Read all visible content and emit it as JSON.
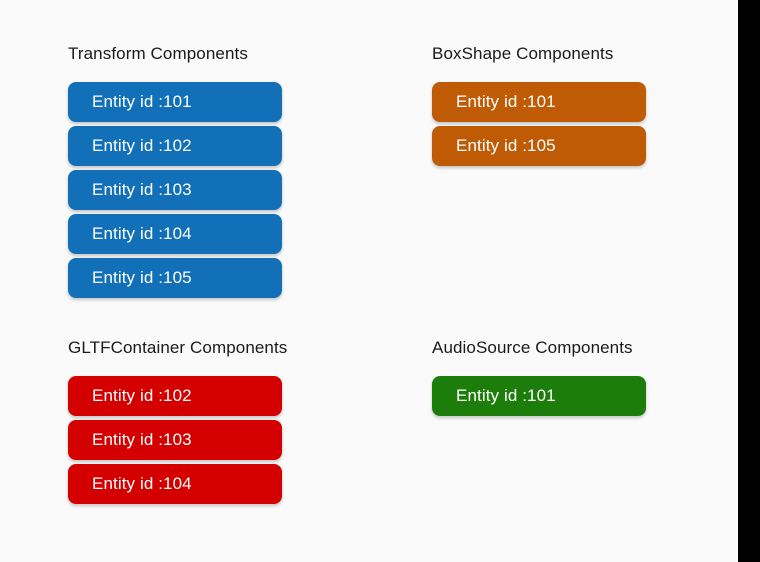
{
  "canvas": {
    "background_color": "#fafafa",
    "edge_strip_color": "#000000"
  },
  "sections": [
    {
      "id": "transform",
      "title": "Transform Components",
      "color": "#1170b8",
      "entities": [
        "Entity id :101",
        "Entity id :102",
        "Entity id :103",
        "Entity id :104",
        "Entity id :105"
      ]
    },
    {
      "id": "boxshape",
      "title": "BoxShape Components",
      "color": "#bf5b04",
      "entities": [
        "Entity id :101",
        "Entity id :105"
      ]
    },
    {
      "id": "gltfcontainer",
      "title": "GLTFContainer Components",
      "color": "#d40000",
      "entities": [
        "Entity id :102",
        "Entity id :103",
        "Entity id :104"
      ]
    },
    {
      "id": "audiosource",
      "title": "AudioSource Components",
      "color": "#1d7d0b",
      "entities": [
        "Entity id :101"
      ]
    }
  ]
}
